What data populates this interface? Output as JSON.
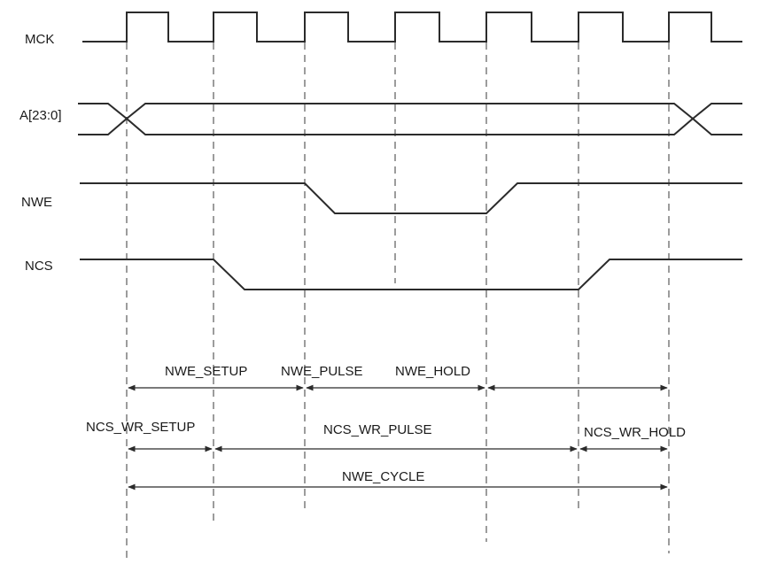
{
  "signals": {
    "mck": "MCK",
    "addr": "A[23:0]",
    "nwe": "NWE",
    "ncs": "NCS"
  },
  "intervals": {
    "nwe_setup": "NWE_SETUP",
    "nwe_pulse": "NWE_PULSE",
    "nwe_hold": "NWE_HOLD",
    "ncs_wr_setup": "NCS_WR_SETUP",
    "ncs_wr_pulse": "NCS_WR_PULSE",
    "ncs_wr_hold": "NCS_WR_HOLD",
    "nwe_cycle": "NWE_CYCLE"
  },
  "colors": {
    "line": "#2b2b2b",
    "text": "#1a1a1a",
    "background": "#ffffff"
  }
}
